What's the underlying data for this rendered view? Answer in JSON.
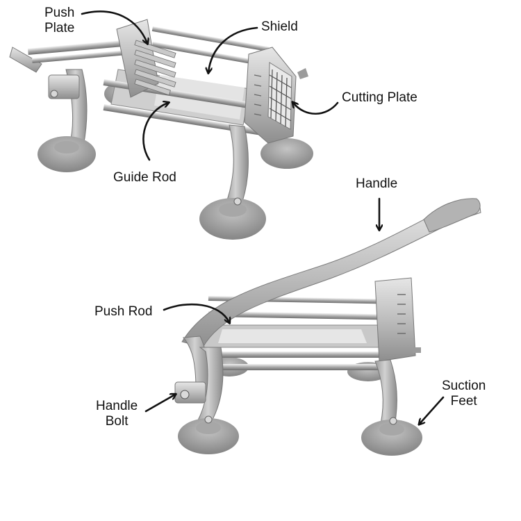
{
  "labels": {
    "push_plate": [
      "Push",
      "Plate"
    ],
    "shield": "Shield",
    "cutting_plate": "Cutting Plate",
    "guide_rod": "Guide Rod",
    "handle": "Handle",
    "push_rod": "Push Rod",
    "handle_bolt": [
      "Handle",
      "Bolt"
    ],
    "suction_feet": [
      "Suction",
      "Feet"
    ]
  },
  "colors": {
    "background": "#ffffff",
    "arrow": "#111111",
    "metal": "#b9b9b9",
    "metal_dark": "#8a8a8a",
    "metal_light": "#dcdcdc",
    "foot": "#9d9d9d"
  }
}
